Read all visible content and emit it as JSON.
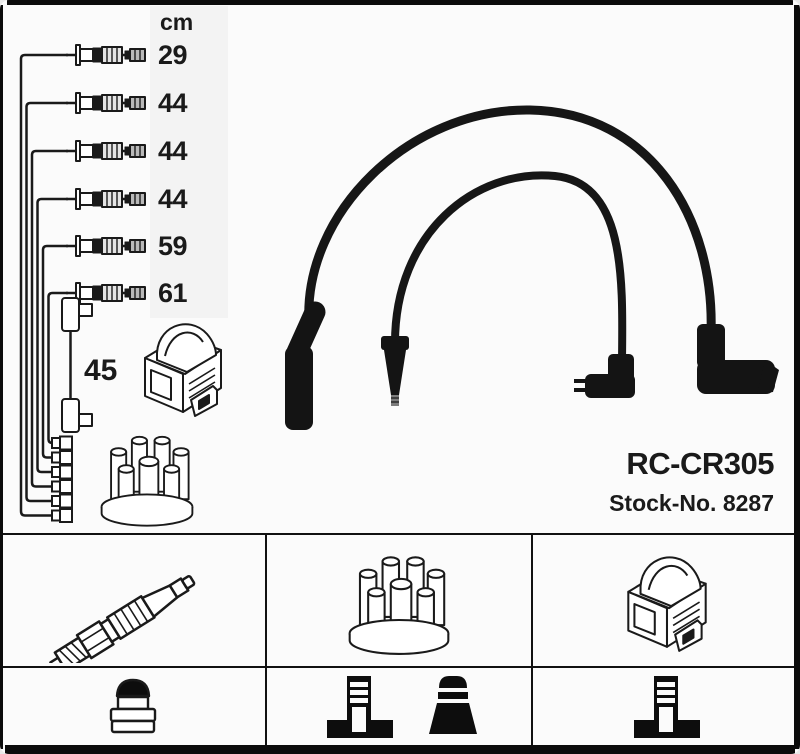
{
  "header": {
    "unit_label": "cm"
  },
  "cable_lengths_cm": [
    "29",
    "44",
    "44",
    "44",
    "59",
    "61"
  ],
  "coil_wire_length_cm": "45",
  "product": {
    "part_number": "RC-CR305",
    "stock_label": "Stock-No. 8287"
  },
  "colors": {
    "background": "#fbfbfb",
    "line": "#1a1a1a",
    "frame": "#0b0b0b",
    "silhouette": "#0d0d0d"
  },
  "icons": {
    "top_left_diagram": [
      "spark-plug-cable-icon",
      "coil-lead-cable-icon",
      "ignition-coil-icon",
      "distributor-cap-icon"
    ],
    "center_photo": "ignition-cable-set-photo",
    "bottom_row_components": [
      "spark-plug-icon",
      "distributor-cap-icon",
      "ignition-coil-icon"
    ],
    "bottom_row_connectors": [
      "plug-terminal-connector-icon",
      "pedestal-connector-icon",
      "cone-connector-icon",
      "pedestal-connector-icon"
    ]
  }
}
